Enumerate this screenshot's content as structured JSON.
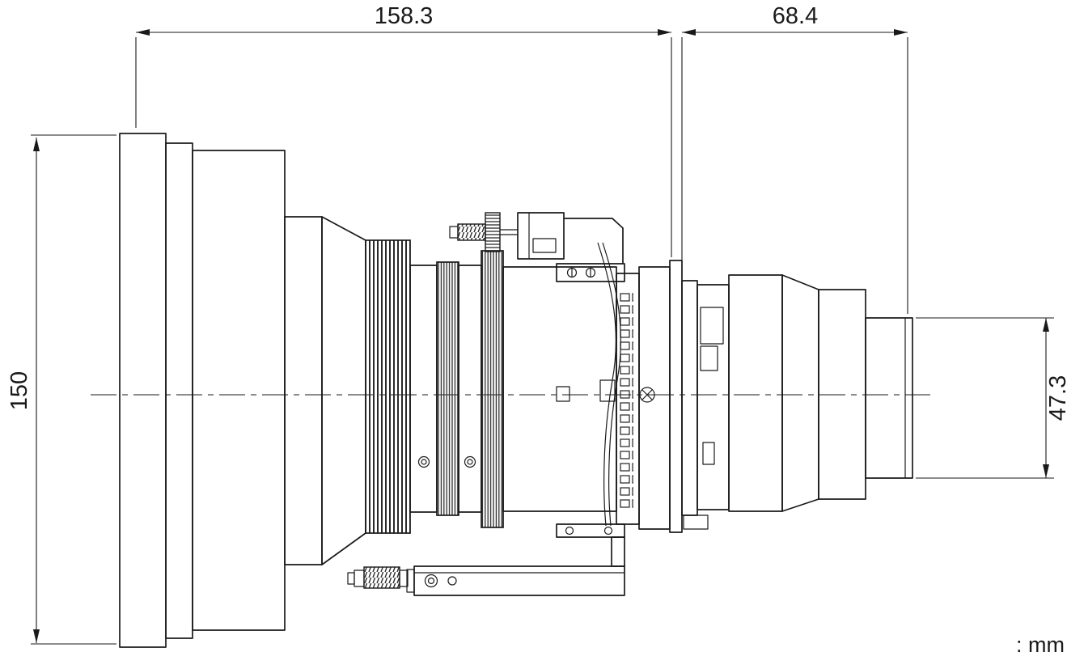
{
  "colors": {
    "ink": "#1a1a1a",
    "background": "#ffffff"
  },
  "dimensions": {
    "top_left": "158.3",
    "top_right": "68.4",
    "height_left": "150",
    "height_right": "47.3"
  },
  "unit_label": ": mm"
}
